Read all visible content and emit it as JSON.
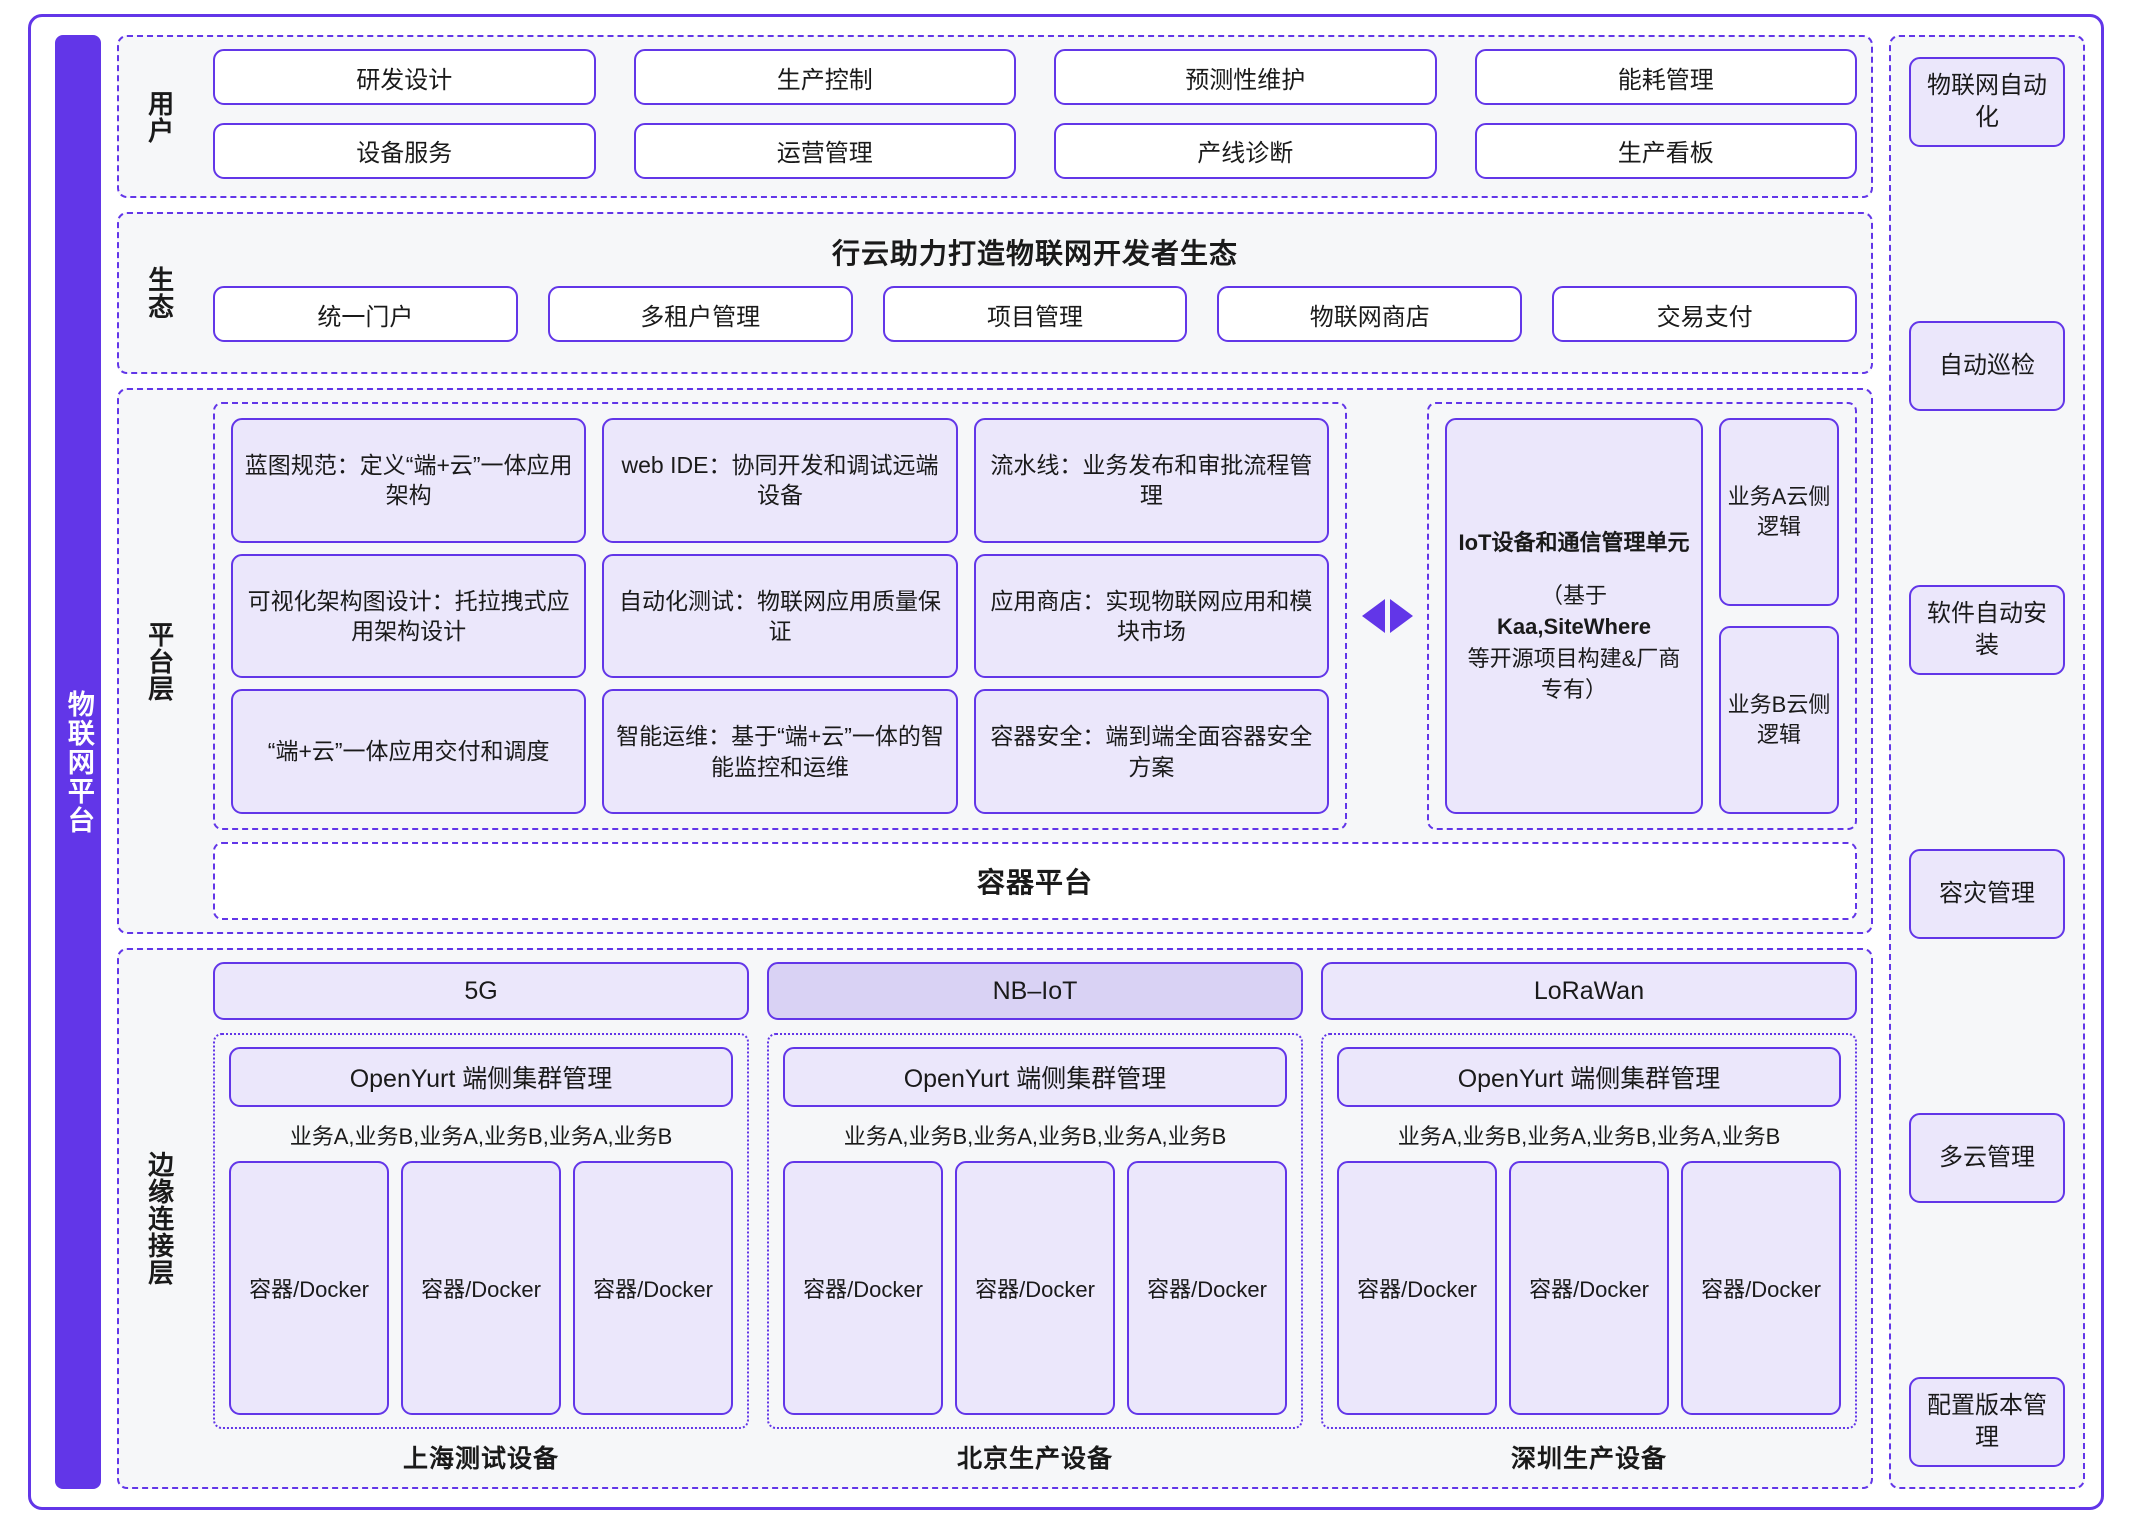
{
  "left_bar": {
    "label": "物联网平台"
  },
  "user": {
    "row_label": "用户",
    "items": [
      "研发设计",
      "生产控制",
      "预测性维护",
      "能耗管理",
      "设备服务",
      "运营管理",
      "产线诊断",
      "生产看板"
    ]
  },
  "ecosystem": {
    "row_label": "生态",
    "title": "行云助力打造物联网开发者生态",
    "items": [
      "统一门户",
      "多租户管理",
      "项目管理",
      "物联网商店",
      "交易支付"
    ]
  },
  "platform": {
    "row_label": "平台层",
    "capabilities": [
      "蓝图规范：定义“端+云”一体应用架构",
      "web IDE：协同开发和调试远端设备",
      "流水线：业务发布和审批流程管理",
      "可视化架构图设计：托拉拽式应用架构设计",
      "自动化测试：物联网应用质量保证",
      "应用商店：实现物联网应用和模块市场",
      "“端+云”一体应用交付和调度",
      "智能运维：基于“端+云”一体的智能监控和运维",
      "容器安全：端到端全面容器安全方案"
    ],
    "arrow_left_icon": "triangle-left-icon",
    "arrow_right_icon": "triangle-right-icon",
    "iot_unit": {
      "title": "IoT设备和通信管理单元",
      "note_open": "（基于",
      "note_bold": "Kaa,SiteWhere",
      "note_rest": "等开源项目构建&厂商专有）"
    },
    "business_logic": [
      "业务A云侧逻辑",
      "业务B云侧逻辑"
    ],
    "container_platform": "容器平台"
  },
  "edge": {
    "row_label": "边缘连接层",
    "networks": [
      "5G",
      "NB–IoT",
      "LoRaWan"
    ],
    "columns": [
      {
        "cluster": "OpenYurt 端侧集群管理",
        "business": "业务A,业务B,业务A,业务B,业务A,业务B",
        "containers": [
          "容器/Docker",
          "容器/Docker",
          "容器/Docker"
        ],
        "site": "上海测试设备"
      },
      {
        "cluster": "OpenYurt 端侧集群管理",
        "business": "业务A,业务B,业务A,业务B,业务A,业务B",
        "containers": [
          "容器/Docker",
          "容器/Docker",
          "容器/Docker"
        ],
        "site": "北京生产设备"
      },
      {
        "cluster": "OpenYurt 端侧集群管理",
        "business": "业务A,业务B,业务A,业务B,业务A,业务B",
        "containers": [
          "容器/Docker",
          "容器/Docker",
          "容器/Docker"
        ],
        "site": "深圳生产设备"
      }
    ]
  },
  "right_sidebar": {
    "items": [
      "物联网自动化",
      "自动巡检",
      "软件自动安装",
      "容灾管理",
      "多云管理",
      "配置版本管理"
    ]
  },
  "colors": {
    "accent": "#6236e8",
    "fill_light": "#ebe7fb",
    "fill_mid": "#d9d2f4",
    "section_bg": "#f6f7f9"
  }
}
